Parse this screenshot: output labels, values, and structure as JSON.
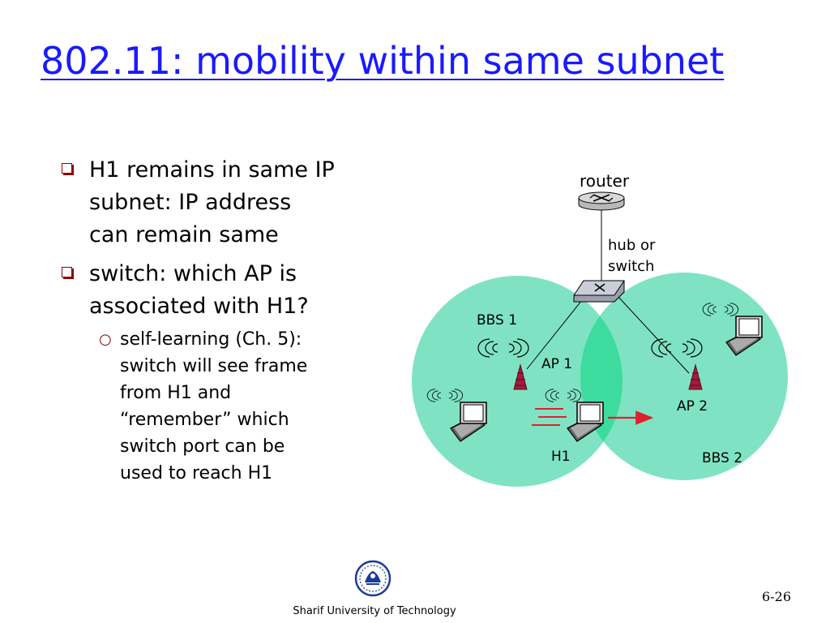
{
  "slide": {
    "title": "802.11: mobility within same subnet",
    "bullets": [
      {
        "lines": [
          "H1 remains in same IP",
          "subnet: IP address",
          "can remain same"
        ]
      },
      {
        "lines": [
          "switch: which AP is",
          "associated with H1?"
        ]
      }
    ],
    "subbullets": [
      {
        "lines": [
          "self-learning (Ch. 5):",
          "switch will see frame",
          "from H1 and",
          "“remember” which",
          "switch port can be",
          "used to reach H1"
        ]
      }
    ]
  },
  "diagram": {
    "router_label": "router",
    "switch_label_line1": "hub or",
    "switch_label_line2": "switch",
    "bbs1_label": "BBS 1",
    "bbs2_label": "BBS 2",
    "ap1_label": "AP 1",
    "ap2_label": "AP 2",
    "h1_label": "H1",
    "colors": {
      "bbs_fill": "#7fe3c3",
      "overlap_fill": "#3ddc9e",
      "ap_color": "#a31c3c",
      "arrow": "#e0202a"
    }
  },
  "footer": {
    "institution": "Sharif University of Technology",
    "page_number": "6-26"
  }
}
